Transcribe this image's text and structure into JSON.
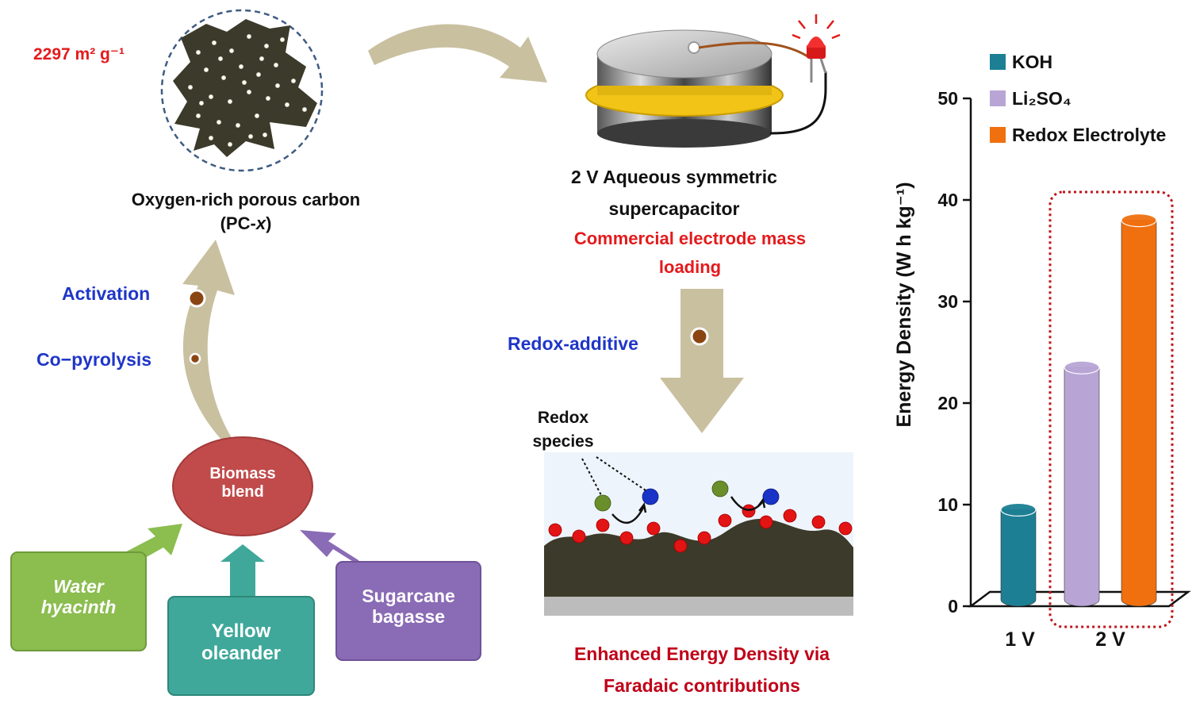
{
  "left_panel": {
    "surface_area": "2297 m² g⁻¹",
    "carbon_title_line1": "Oxygen-rich porous carbon",
    "carbon_title_line2_prefix": "(PC-",
    "carbon_title_line2_var": "x",
    "carbon_title_line2_suffix": ")",
    "step_activation": "Activation",
    "step_copyrolysis": "Co−pyrolysis",
    "blend_line1": "Biomass",
    "blend_line2": "blend",
    "sources": [
      {
        "line1": "Water",
        "line2": "hyacinth",
        "color": "#8bbd4f"
      },
      {
        "line1": "Yellow",
        "line2": "oleander",
        "color": "#3fa89a"
      },
      {
        "line1": "Sugarcane",
        "line2": "bagasse",
        "color": "#8a6bb5"
      }
    ]
  },
  "middle_panel": {
    "device_line1": "2 V Aqueous symmetric",
    "device_line2": "supercapacitor",
    "mass_line1": "Commercial electrode mass",
    "mass_line2": "loading",
    "step_redox": "Redox-additive",
    "species_line1": "Redox",
    "species_line2": "species",
    "result_line1": "Enhanced Energy Density via",
    "result_line2": "Faradaic contributions"
  },
  "chart_data": {
    "type": "bar",
    "ylabel": "Energy Density (W h kg⁻¹)",
    "ylim": [
      0,
      50
    ],
    "yticks": [
      "0",
      "10",
      "20",
      "30",
      "40",
      "50"
    ],
    "categories": [
      "1 V",
      "2 V"
    ],
    "legend_position": "top-right",
    "series": [
      {
        "name": "KOH",
        "color": "#1c7f94",
        "values": [
          9.5,
          null
        ]
      },
      {
        "name": "Li₂SO₄",
        "color": "#b8a5d6",
        "values": [
          null,
          23.5
        ]
      },
      {
        "name": "Redox Electrolyte",
        "color": "#f0700f",
        "values": [
          null,
          38
        ]
      }
    ]
  }
}
